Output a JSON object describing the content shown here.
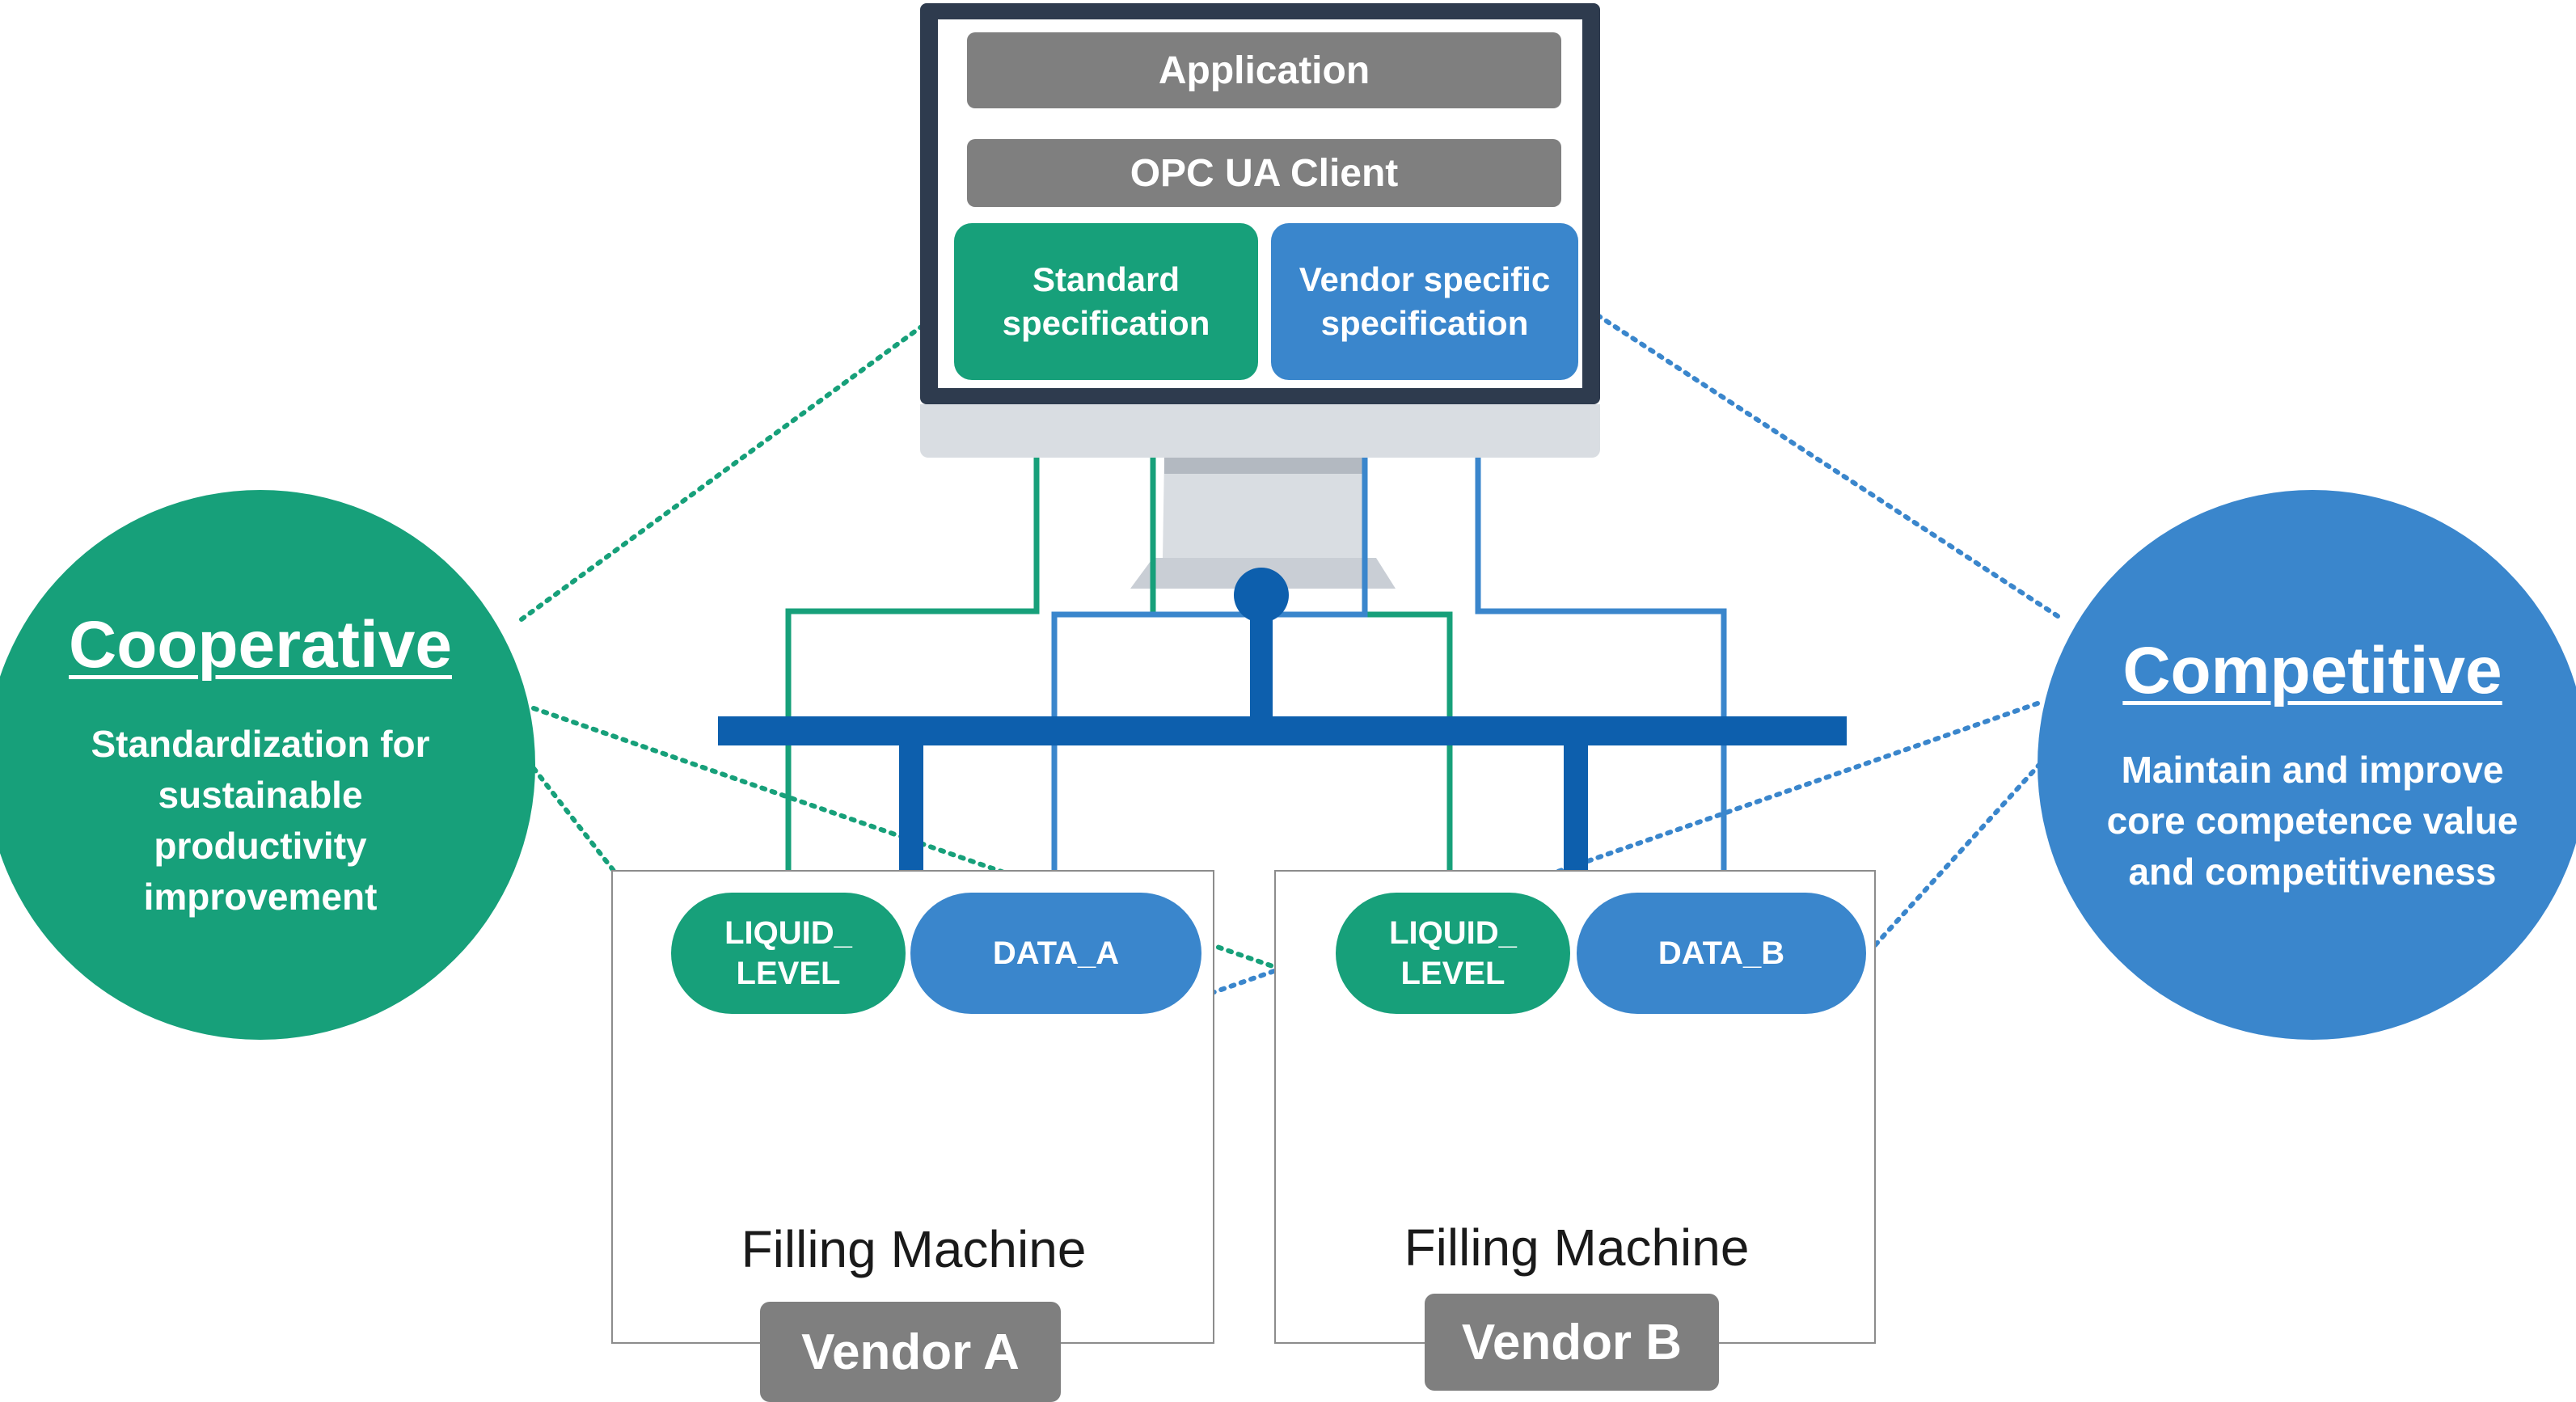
{
  "monitor": {
    "application_label": "Application",
    "client_label": "OPC UA Client",
    "standard_spec": "Standard specification",
    "vendor_spec": "Vendor specific specification"
  },
  "cooperative": {
    "title": "Cooperative",
    "description": "Standardization for sustainable productivity improvement"
  },
  "competitive": {
    "title": "Competitive",
    "description": "Maintain and improve core competence value and competitiveness"
  },
  "vendor_a": {
    "liquid_level": "LIQUID_ LEVEL",
    "data": "DATA_A",
    "machine_label": "Filling Machine",
    "vendor_label": "Vendor A"
  },
  "vendor_b": {
    "liquid_level": "LIQUID_ LEVEL",
    "data": "DATA_B",
    "machine_label": "Filling Machine",
    "vendor_label": "Vendor B"
  },
  "colors": {
    "green": "#17a07a",
    "blue": "#3a86cc",
    "bus": "#0d5fad",
    "gray": "#7f7f7f",
    "monitor_frame": "#2e3b4e"
  },
  "icons": {
    "machine_a": "bottle-filling-line-illustration",
    "machine_b": "rotary-filler-illustration"
  }
}
